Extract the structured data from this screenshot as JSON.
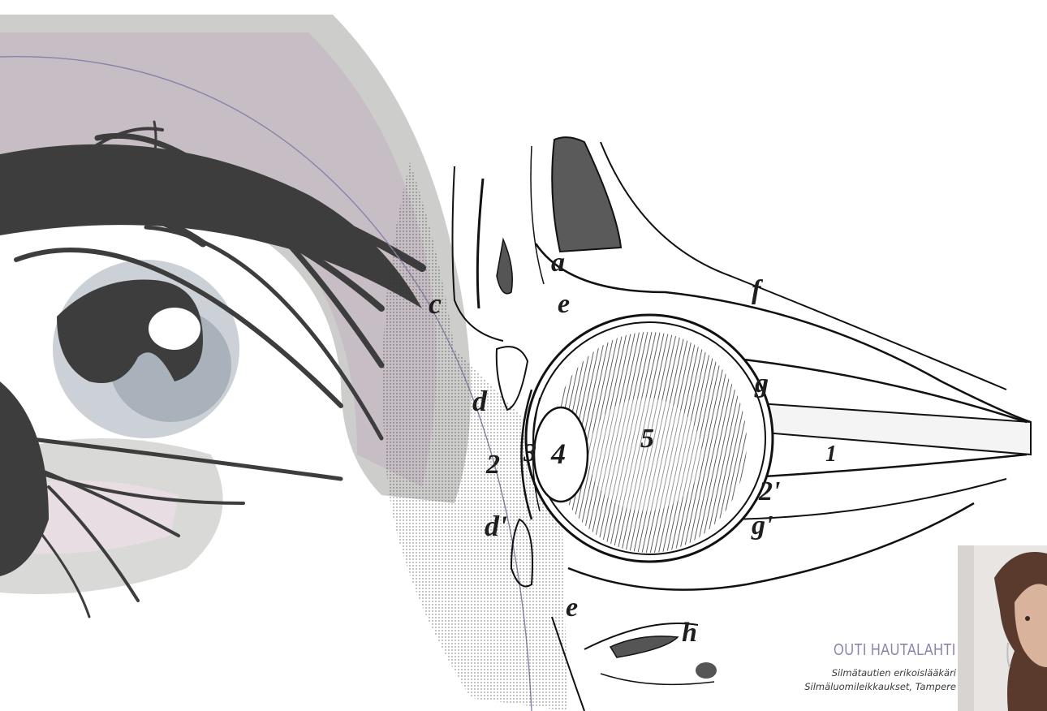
{
  "illustration": {
    "labels": {
      "a": "a",
      "c": "c",
      "d": "d",
      "d_prime": "d'",
      "e_upper": "e",
      "e_lower": "e",
      "f": "f",
      "g": "g",
      "g_prime": "g'",
      "h": "h",
      "n1": "1",
      "n2": "2",
      "n2_prime": "2'",
      "n3": "3",
      "n4": "4",
      "n5": "5"
    }
  },
  "credit": {
    "name": "OUTI HAUTALAHTI",
    "title": "Silmätautien erikoislääkäri",
    "detail": "Silmäluomileikkaukset, Tampere"
  },
  "colors": {
    "mauve": "#c9bec6",
    "grey": "#cdcdcb",
    "lash": "#3d3d3d",
    "accent": "#8e82ad",
    "arc": "#8a84a8"
  }
}
